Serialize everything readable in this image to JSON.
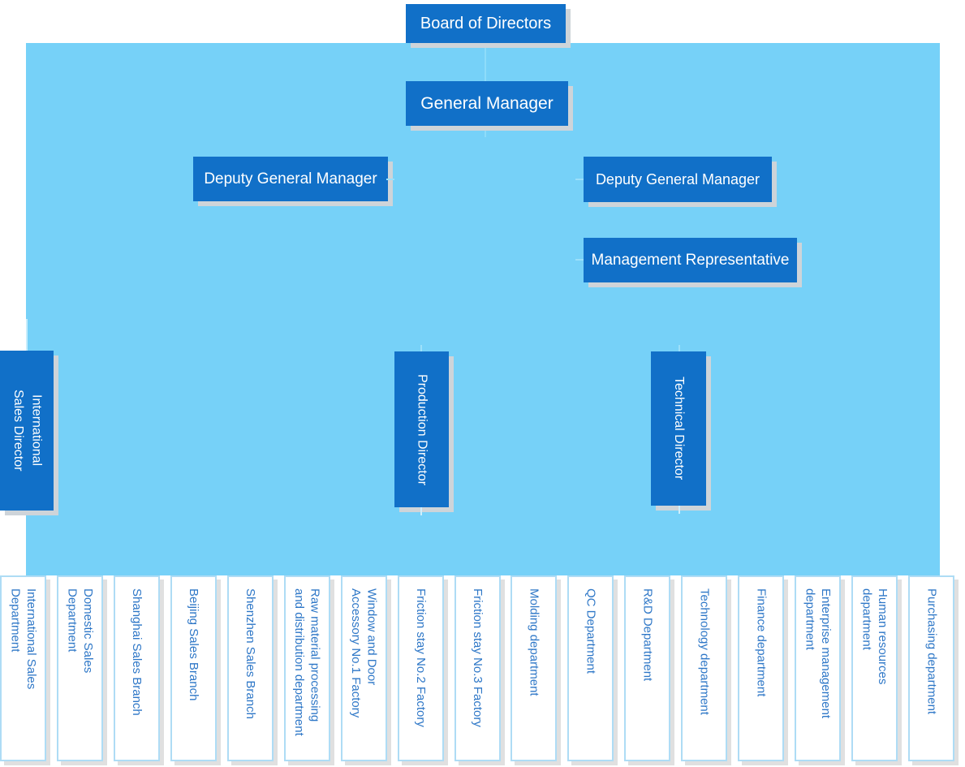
{
  "palette": {
    "node_blue": "#1170C8",
    "background_blue": "#76D1F8",
    "department_text_blue": "#2E77C7",
    "department_border_blue": "#AEDCF5",
    "node_text": "#FFFFFF"
  },
  "org_chart": {
    "board": {
      "label": "Board of Directors"
    },
    "general_manager": {
      "label": "General Manager"
    },
    "deputy_left": {
      "label": "Deputy General Manager"
    },
    "deputy_right": {
      "label": "Deputy General Manager"
    },
    "management_representative": {
      "label": "Management Representative"
    },
    "directors": [
      {
        "label": "International\nSales Director"
      },
      {
        "label": "Production Director"
      },
      {
        "label": "Technical Director"
      }
    ],
    "departments": [
      {
        "label": "International Sales\nDepartment"
      },
      {
        "label": "Domestic Sales\nDepartment"
      },
      {
        "label": "Shanghai Sales Branch"
      },
      {
        "label": "Beijing Sales Branch"
      },
      {
        "label": "Shenzhen Sales Branch"
      },
      {
        "label": "Raw material processing\nand distribution department"
      },
      {
        "label": "Window and Door\nAccessory No.1 Factory"
      },
      {
        "label": "Friction stay No.2 Factory"
      },
      {
        "label": "Friction stay No.3 Factory"
      },
      {
        "label": "Molding department"
      },
      {
        "label": "QC Department"
      },
      {
        "label": "R&D Department"
      },
      {
        "label": "Technology department"
      },
      {
        "label": "Finance department"
      },
      {
        "label": "Enterprise management\ndepartment"
      },
      {
        "label": "Human resources\ndepartment"
      },
      {
        "label": "Purchasing department"
      }
    ]
  }
}
